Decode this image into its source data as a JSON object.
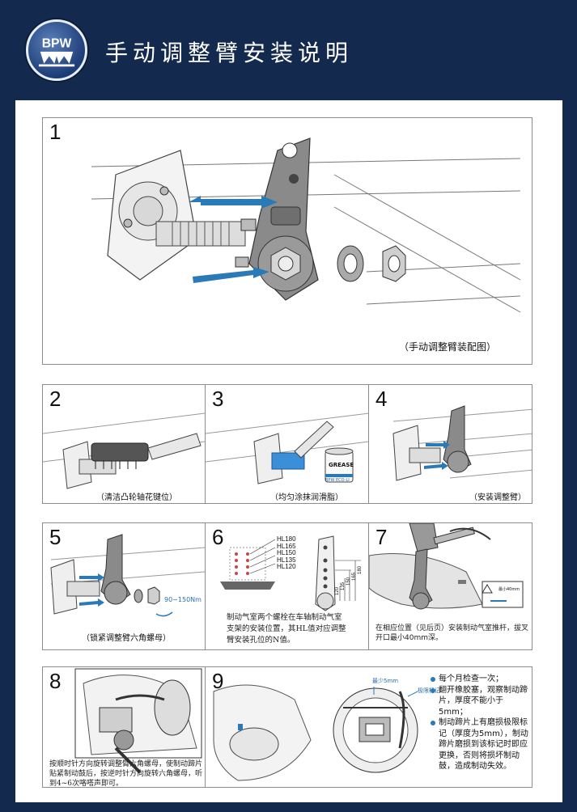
{
  "header": {
    "logo_text": "BPW",
    "title": "手动调整臂安装说明"
  },
  "panel1": {
    "number": "1",
    "caption": "（手动调整臂装配图）"
  },
  "panel2": {
    "number": "2",
    "caption": "（清洁凸轮轴花键位）"
  },
  "panel3": {
    "number": "3",
    "caption": "（均匀涂抹润滑脂）",
    "grease_label": "GREASE",
    "grease_sub": "BPW ECO-LI"
  },
  "panel4": {
    "number": "4",
    "caption": "（安装调整臂）"
  },
  "panel5": {
    "number": "5",
    "caption": "（锁紧调整臂六角螺母）",
    "torque": "90~150Nm"
  },
  "panel6": {
    "number": "6",
    "hl_labels": [
      "HL180",
      "HL165",
      "HL150",
      "HL135",
      "HL120"
    ],
    "dim_labels": [
      "180",
      "165",
      "150",
      "135",
      "120"
    ],
    "note": "制动气室两个螺栓在车轴制动气室支架的安装位置，其HL值对应调整臂安装孔位的N值。"
  },
  "panel7": {
    "number": "7",
    "note": "在相应位置（见后页）安装制动气室推杆，拔叉开口最小40mm深。",
    "warning_label": "最小40mm"
  },
  "panel8": {
    "number": "8",
    "note": "按顺时针方向旋转调整臂六角螺母，使制动蹄片贴紧制动鼓后，按逆时针方向旋转六角螺母，听到4~6次咯嗒声即可。"
  },
  "panel9": {
    "number": "9",
    "label_min": "最少5mm",
    "label_limit": "极限标记",
    "bullets": [
      "每个月检查一次；",
      "翻开橡胶塞，观察制动蹄片，厚度不能小于5mm；",
      "制动蹄片上有磨损极限标记（厚度为5mm），制动蹄片磨损到该标记时即应更换，否则将损坏制动鼓，造成制动失效。"
    ]
  },
  "colors": {
    "background": "#132a4e",
    "arrow_blue": "#2a7ab8",
    "spline_blue": "#3a8fd8"
  }
}
